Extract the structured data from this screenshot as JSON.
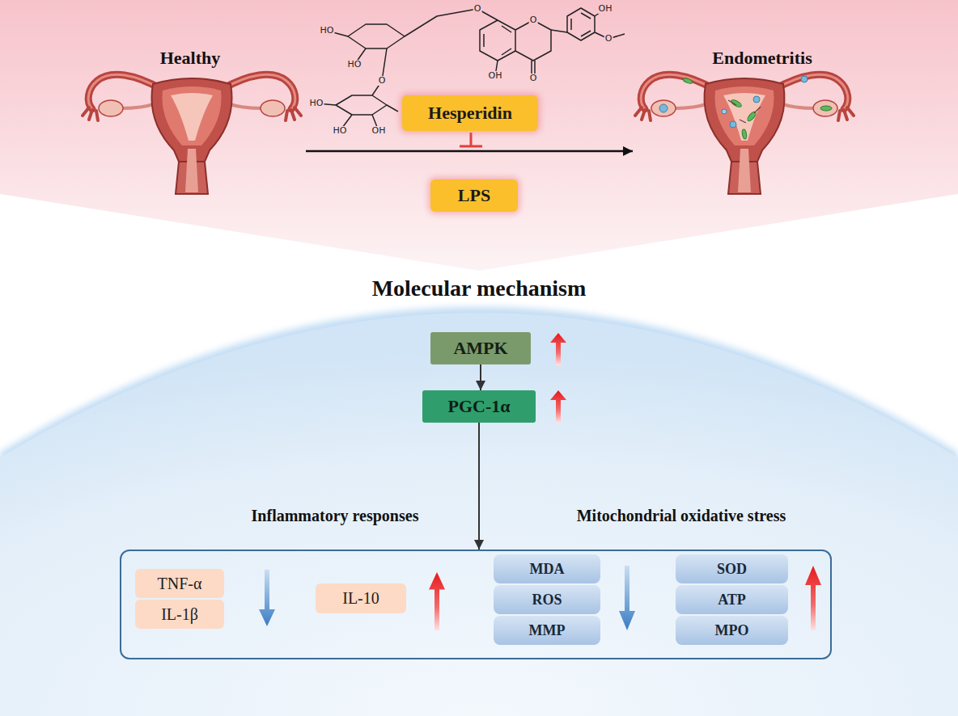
{
  "diagram": {
    "nodes": [
      {
        "text": [
          "Hesperidin"
        ]
      },
      {
        "text": [
          "LPS"
        ]
      },
      {
        "text": [
          "AMPK"
        ]
      },
      {
        "text": [
          "PGC-1α"
        ]
      },
      {
        "text": [
          "Inflammatory responses",
          "Mitochondrial oxidative stress"
        ]
      },
      {
        "text": [
          "TNF-α"
        ],
        "in": 4
      },
      {
        "text": [
          "IL-1β"
        ],
        "in": 4
      },
      {
        "text": [
          "IL-10"
        ],
        "in": 4
      },
      {
        "text": [
          "MDA"
        ],
        "in": 4
      },
      {
        "text": [
          "ROS"
        ],
        "in": 4
      },
      {
        "text": [
          "MMP"
        ],
        "in": 4
      },
      {
        "text": [
          "SOD"
        ],
        "in": 4
      },
      {
        "text": [
          "ATP"
        ],
        "in": 4
      },
      {
        "text": [
          "MPO"
        ],
        "in": 4
      }
    ],
    "edges": [
      {
        "from": 2,
        "to": 3,
        "arrow": "to"
      },
      {
        "from": 3,
        "to": 4,
        "arrow": "to"
      }
    ],
    "labels": [
      "Healthy",
      "Endometritis",
      "HO",
      "HO",
      "O",
      "O",
      "O",
      "OH",
      "O",
      "OH",
      "O",
      "HO",
      "HO",
      "OH",
      "Molecular mechanism"
    ]
  }
}
